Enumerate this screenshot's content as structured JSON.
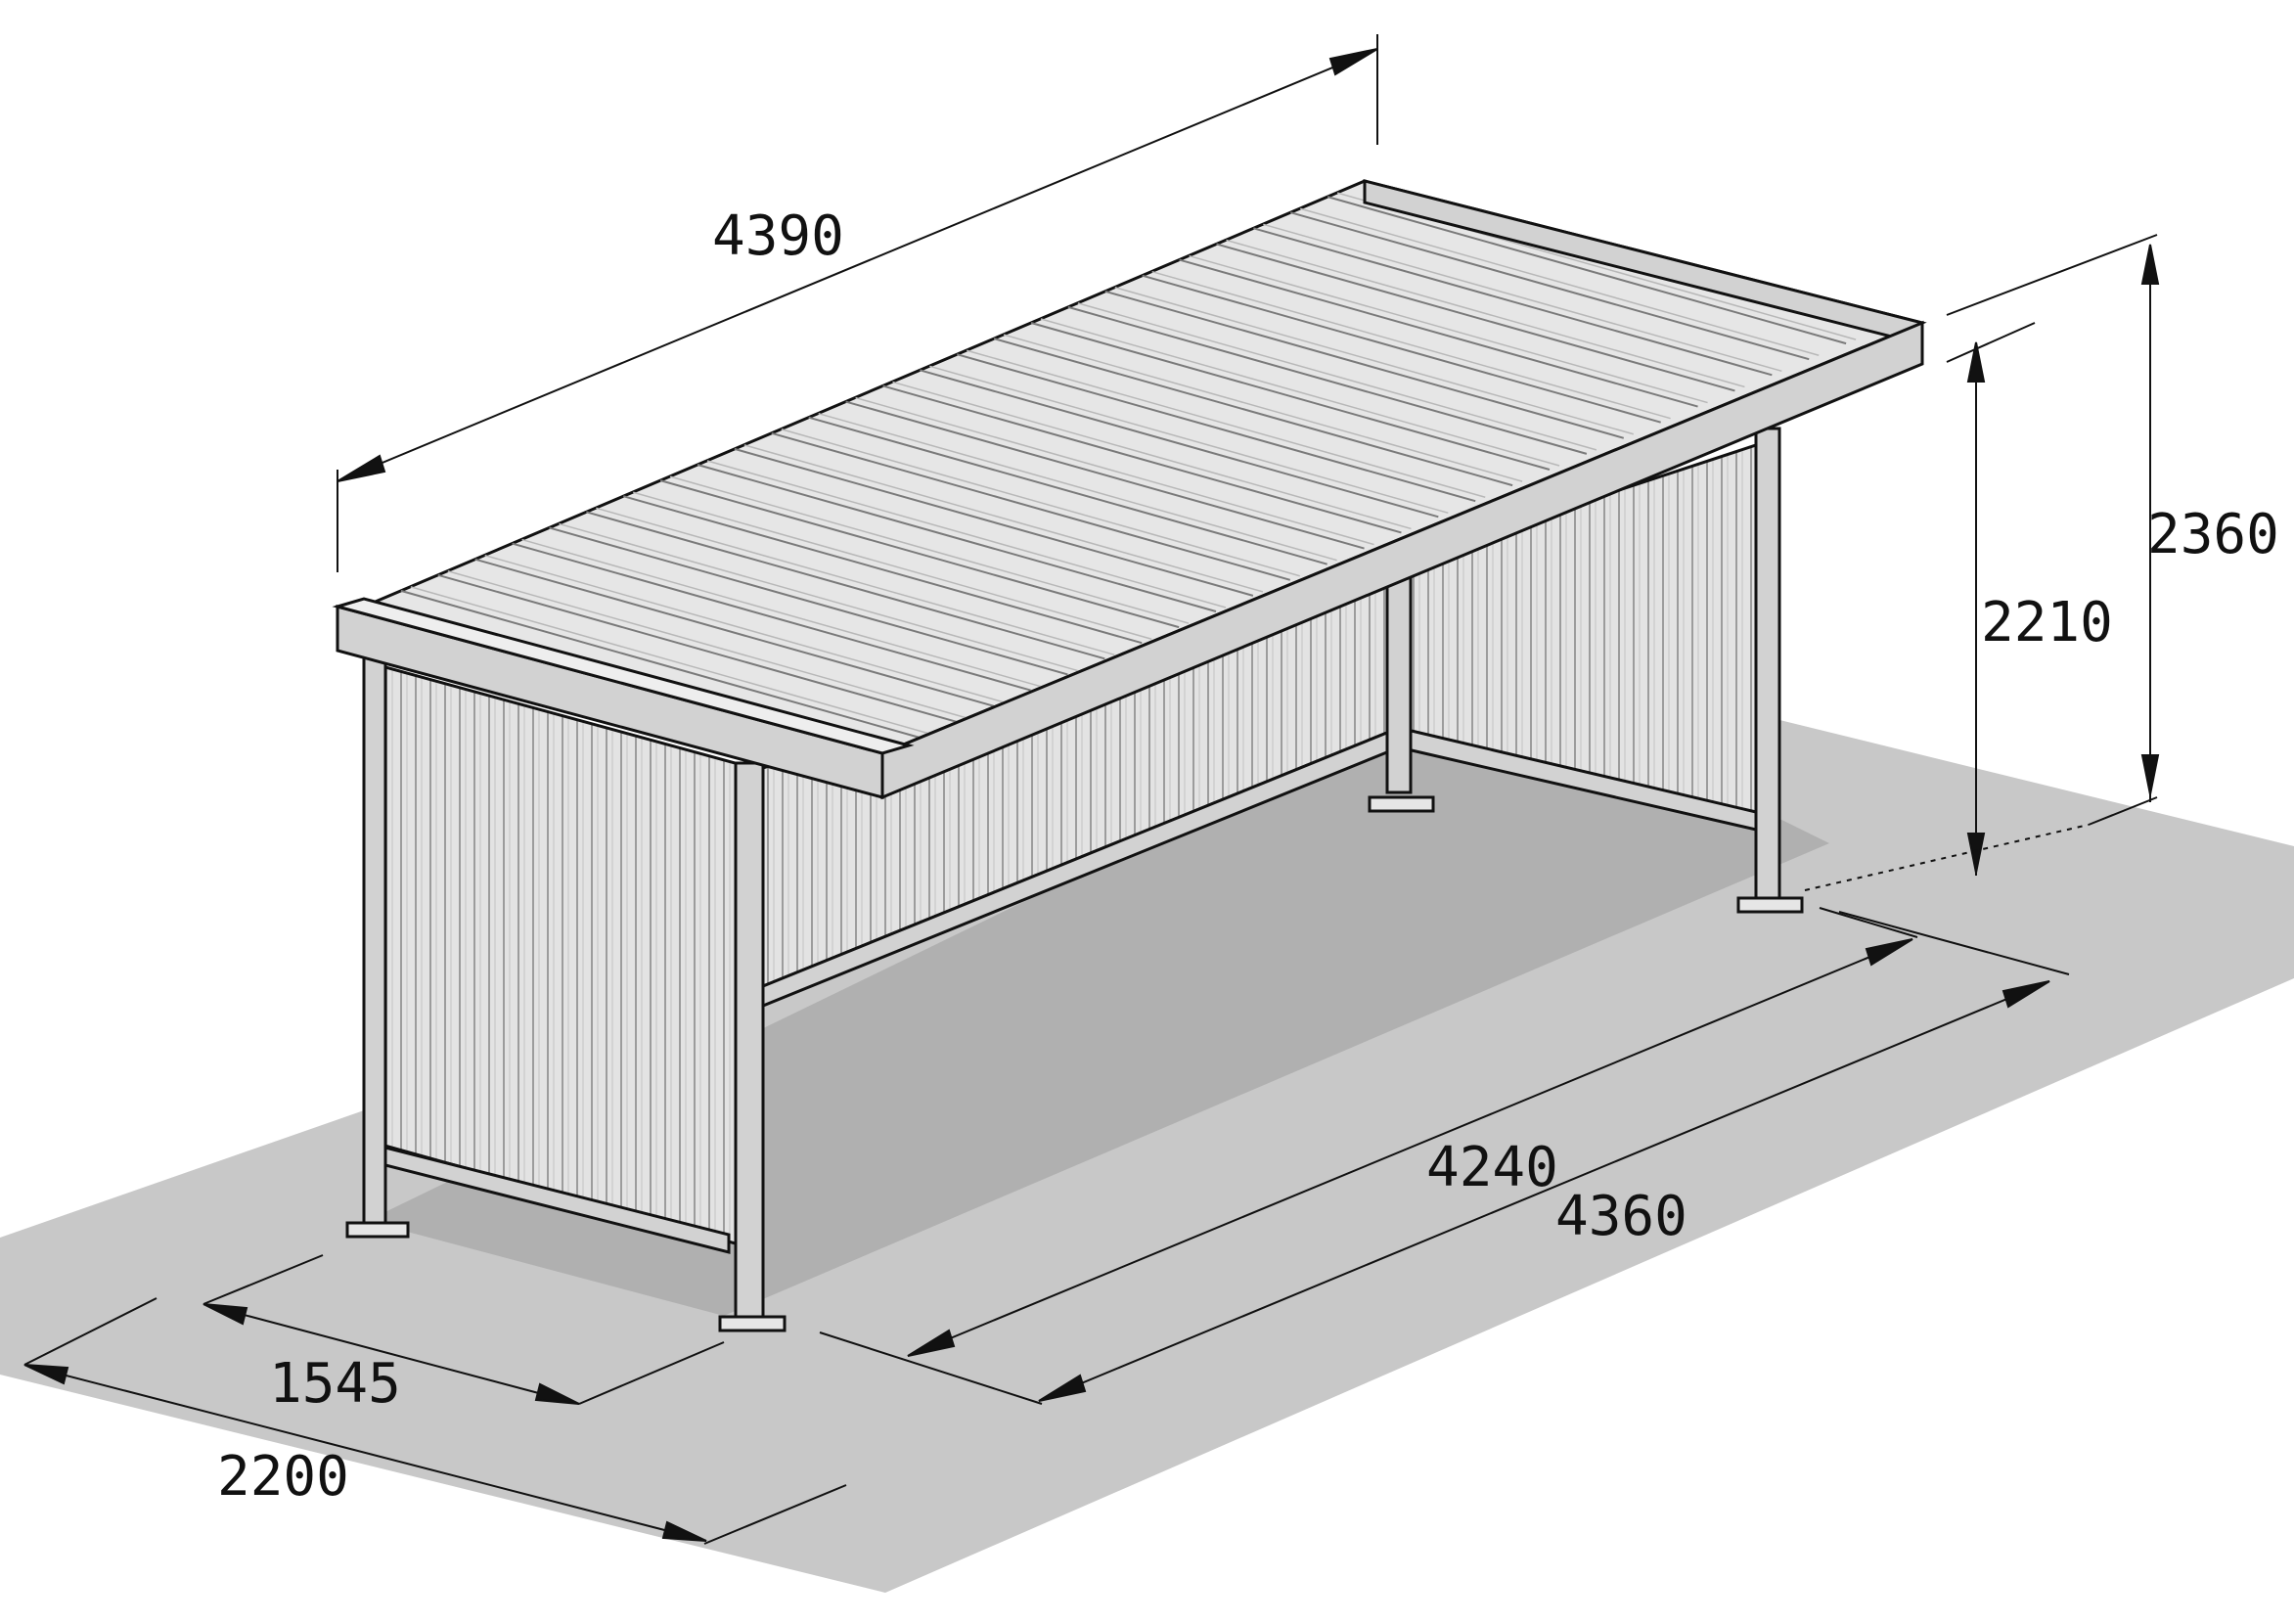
{
  "dimensions": {
    "roof_length": "4390",
    "total_height": "2360",
    "clear_height": "2210",
    "inner_length": "4240",
    "outer_length": "4360",
    "inner_depth": "1545",
    "outer_depth": "2200"
  },
  "colors": {
    "ground": "#c8c8c8",
    "ground_shadow": "#b0b0b0",
    "roof_fill": "#e6e6e6",
    "panel_fill": "#e3e3e3",
    "frame_fill": "#d2d2d2",
    "line": "#111111"
  }
}
